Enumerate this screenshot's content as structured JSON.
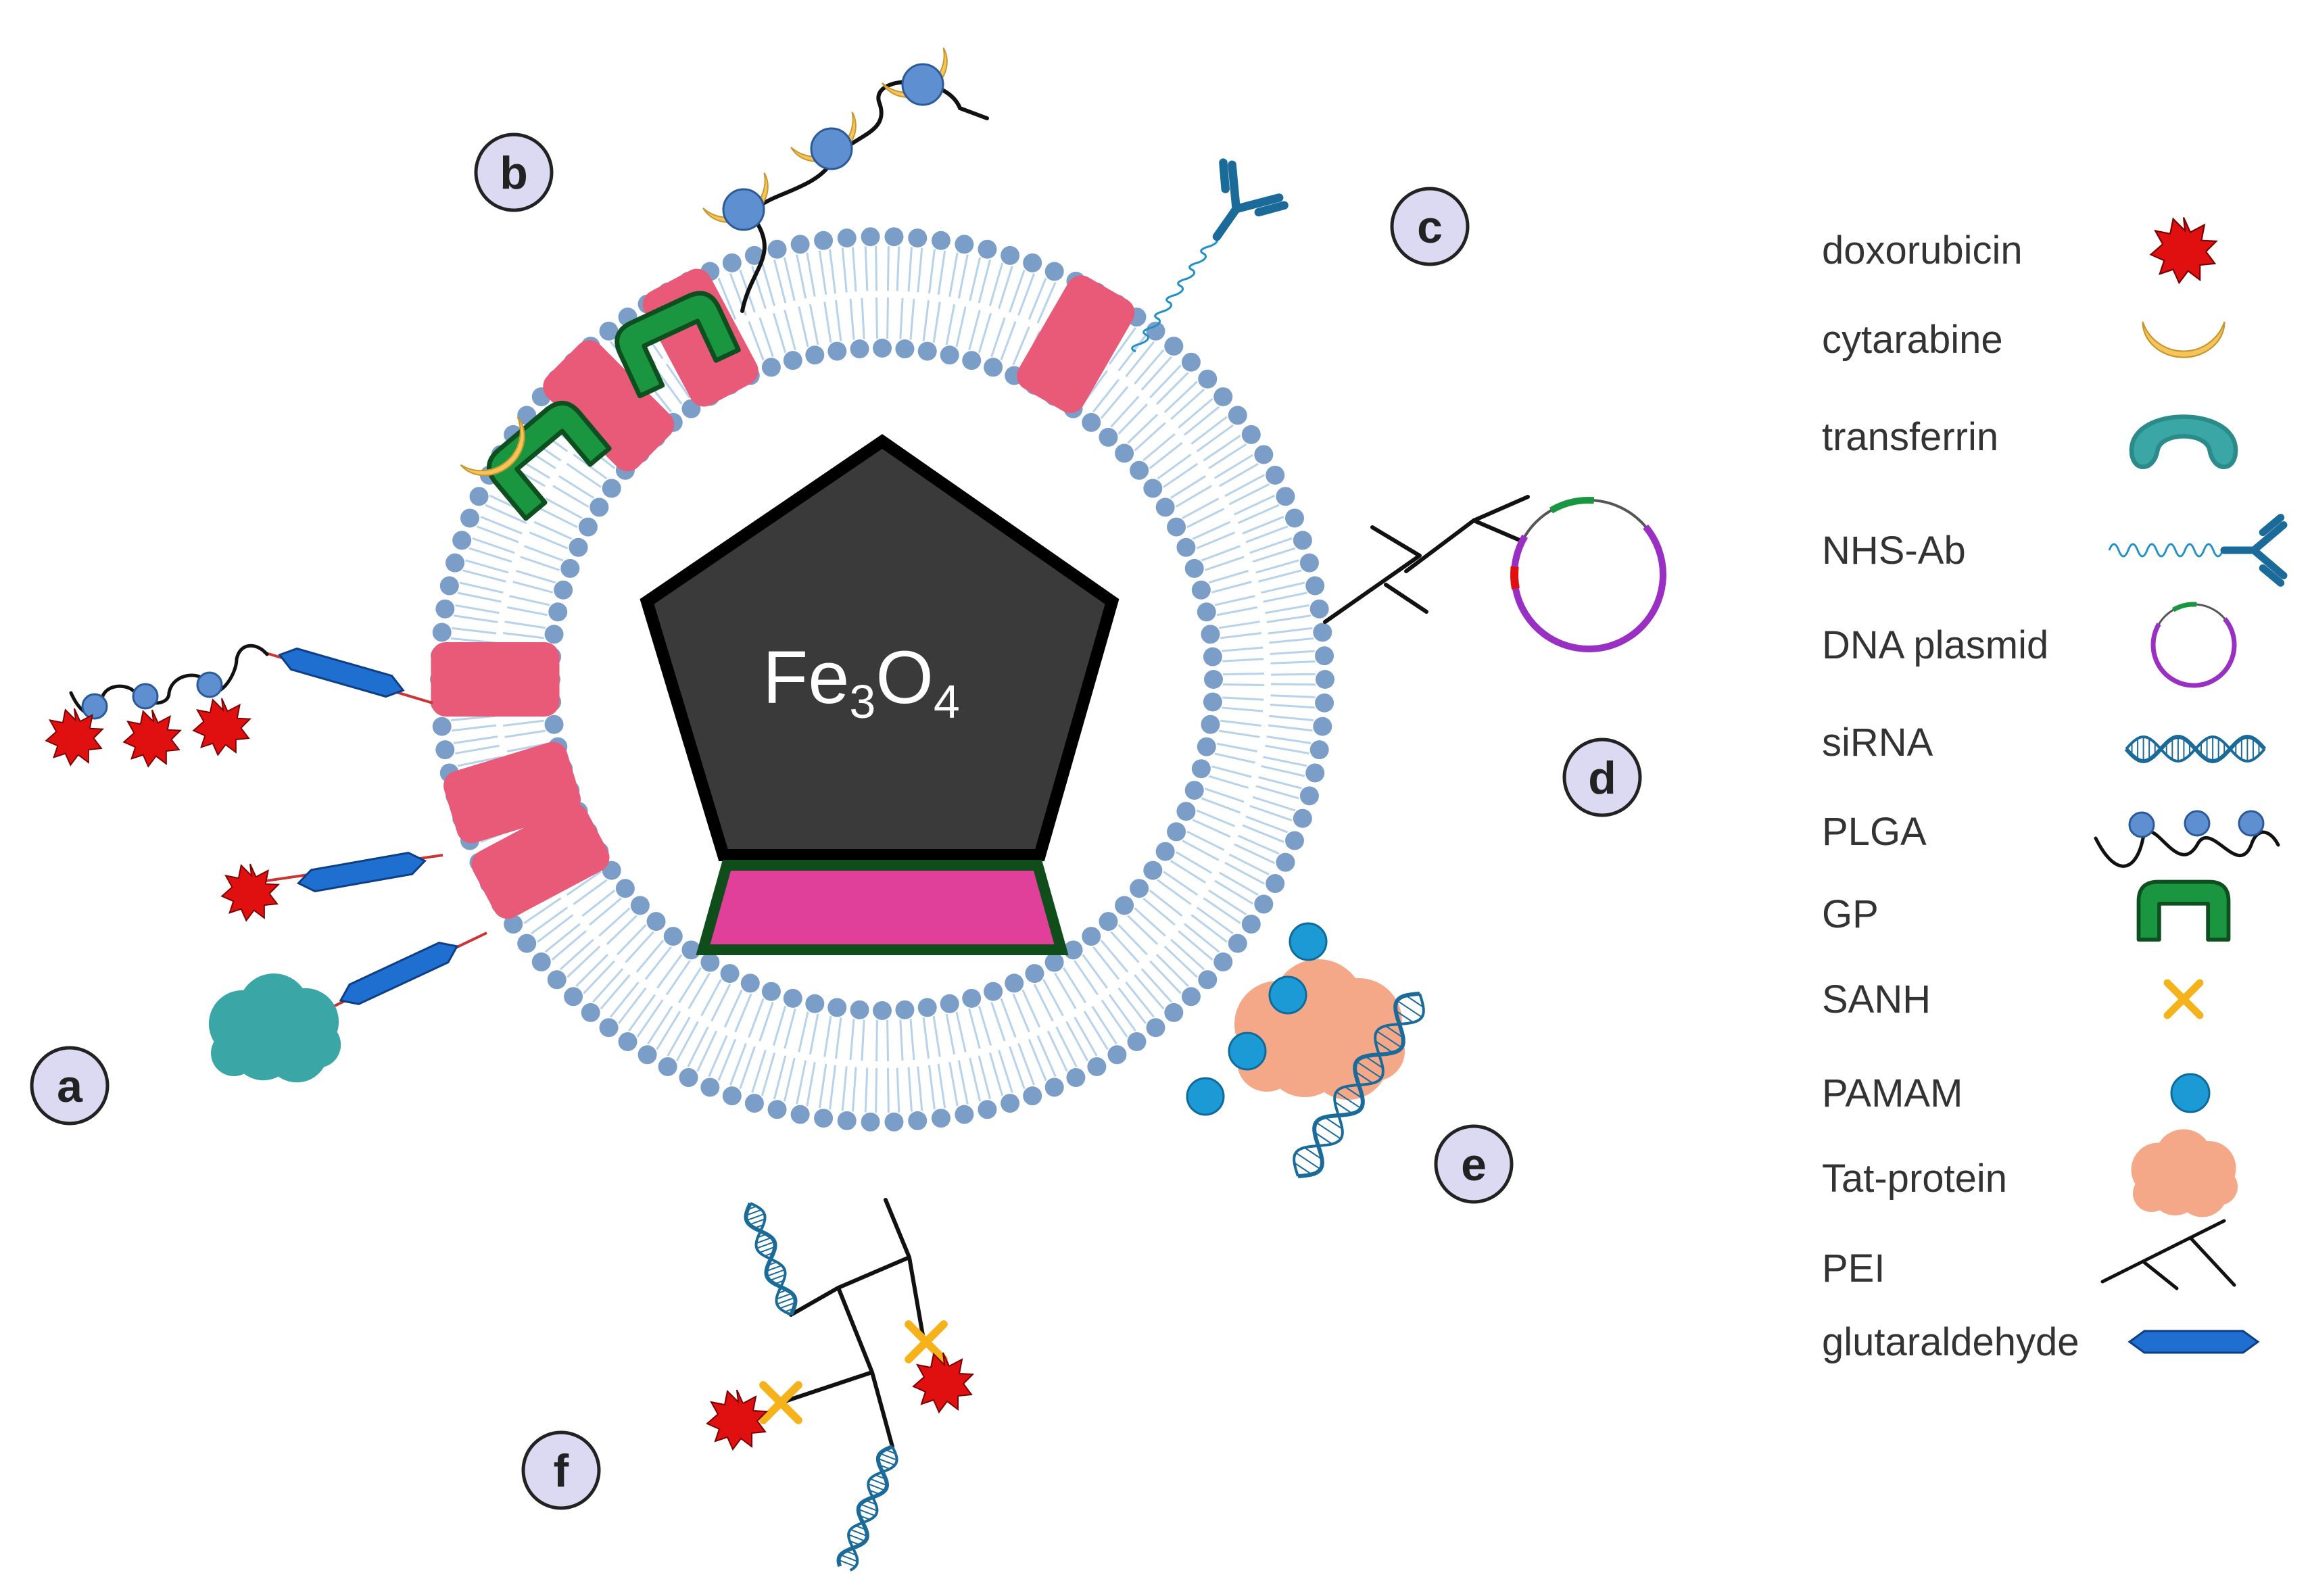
{
  "colors": {
    "head": "#7b9ec8",
    "tail": "#b7d3ec",
    "pink": "#e85a78",
    "green": "#1b9640",
    "red": "#e01010",
    "yellow": "#f6c55a",
    "teal": "#3aa6a6",
    "blue": "#1f6fd1",
    "purple": "#9a2fc4",
    "peach": "#f5a887",
    "pamam": "#1c9ad6",
    "sanh": "#f5b21a",
    "core": "#3a3a3a",
    "magenta": "#e0409a",
    "dark_green": "#0f4d1a",
    "letter_bg": "#dcd9f3"
  },
  "core": {
    "label": "Fe",
    "sub1": "3",
    "mid": "O",
    "sub2": "4"
  },
  "letters": [
    "a",
    "b",
    "c",
    "d",
    "e",
    "f"
  ],
  "legend": [
    {
      "label": "doxorubicin",
      "icon": "doxorubicin-icon"
    },
    {
      "label": "cytarabine",
      "icon": "cytarabine-icon"
    },
    {
      "label": "transferrin",
      "icon": "transferrin-icon"
    },
    {
      "label": "NHS-Ab",
      "icon": "nhs-ab-icon"
    },
    {
      "label": "DNA plasmid",
      "icon": "dna-plasmid-icon"
    },
    {
      "label": "siRNA",
      "icon": "sirna-icon"
    },
    {
      "label": "PLGA",
      "icon": "plga-icon"
    },
    {
      "label": "GP",
      "icon": "gp-icon"
    },
    {
      "label": "SANH",
      "icon": "sanh-icon"
    },
    {
      "label": "PAMAM",
      "icon": "pamam-icon"
    },
    {
      "label": "Tat-protein",
      "icon": "tat-protein-icon"
    },
    {
      "label": "PEI",
      "icon": "pei-icon"
    },
    {
      "label": "glutaraldehyde",
      "icon": "glutaraldehyde-icon"
    }
  ]
}
